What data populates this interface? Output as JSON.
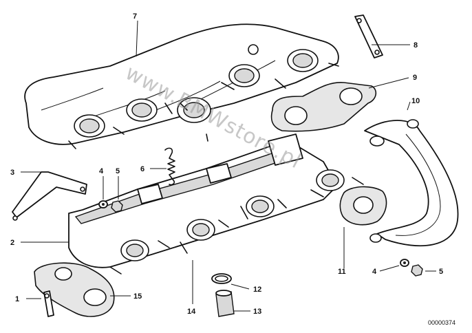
{
  "watermark": "www.BMWstore.pl",
  "diagram_id": "00000374",
  "callouts": [
    {
      "id": "c1",
      "label": "1"
    },
    {
      "id": "c2",
      "label": "2"
    },
    {
      "id": "c3",
      "label": "3"
    },
    {
      "id": "c4a",
      "label": "4"
    },
    {
      "id": "c5a",
      "label": "5"
    },
    {
      "id": "c6",
      "label": "6"
    },
    {
      "id": "c7",
      "label": "7"
    },
    {
      "id": "c8",
      "label": "8"
    },
    {
      "id": "c9",
      "label": "9"
    },
    {
      "id": "c10",
      "label": "10"
    },
    {
      "id": "c11",
      "label": "11"
    },
    {
      "id": "c4b",
      "label": "4"
    },
    {
      "id": "c5b",
      "label": "5"
    },
    {
      "id": "c12",
      "label": "12"
    },
    {
      "id": "c13",
      "label": "13"
    },
    {
      "id": "c14",
      "label": "14"
    },
    {
      "id": "c15",
      "label": "15"
    }
  ]
}
